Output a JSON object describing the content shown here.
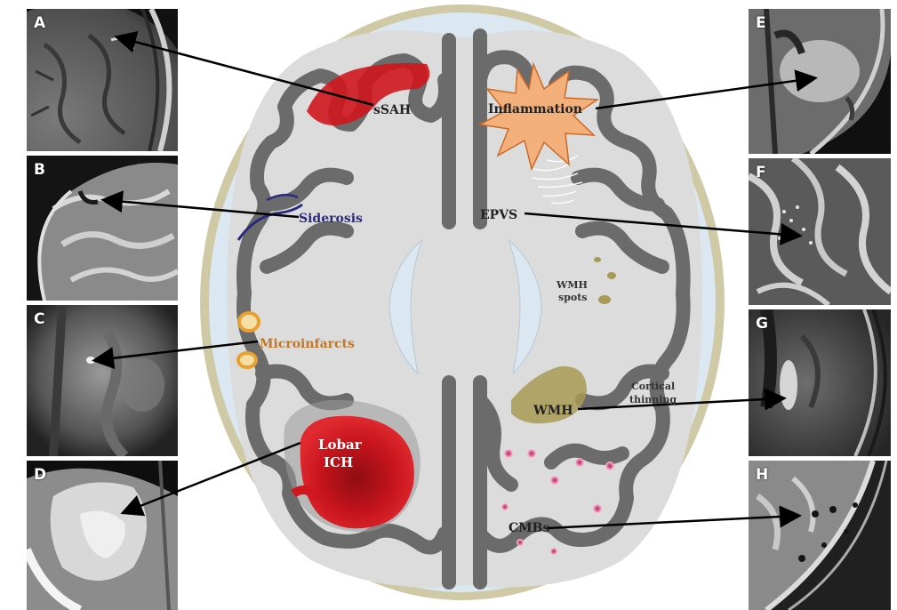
{
  "panels": {
    "a": "A",
    "b": "B",
    "c": "C",
    "d": "D",
    "e": "E",
    "f": "F",
    "g": "G",
    "h": "H"
  },
  "labels": {
    "ssah": "sSAH",
    "siderosis": "Siderosis",
    "microinfarcts": "Microinfarcts",
    "lobar": "Lobar",
    "ich": "ICH",
    "inflammation": "Inflammation",
    "epvs": "EPVS",
    "wmh_spots_1": "WMH",
    "wmh_spots_2": "spots",
    "cortical_1": "Cortical",
    "cortical_2": "thinning",
    "wmh": "WMH",
    "cmbs": "CMBs"
  },
  "colors": {
    "hemorrhage": "#d0161e",
    "siderosis": "#2a2a80",
    "microinfarct": "#e8a030",
    "inflammation": "#f4b07a",
    "wmh": "#a89a55",
    "cmb": "#c2185b",
    "ventricle": "#dbe8f2",
    "cortex": "#6b6b6b",
    "skull": "#cfc9a6"
  }
}
